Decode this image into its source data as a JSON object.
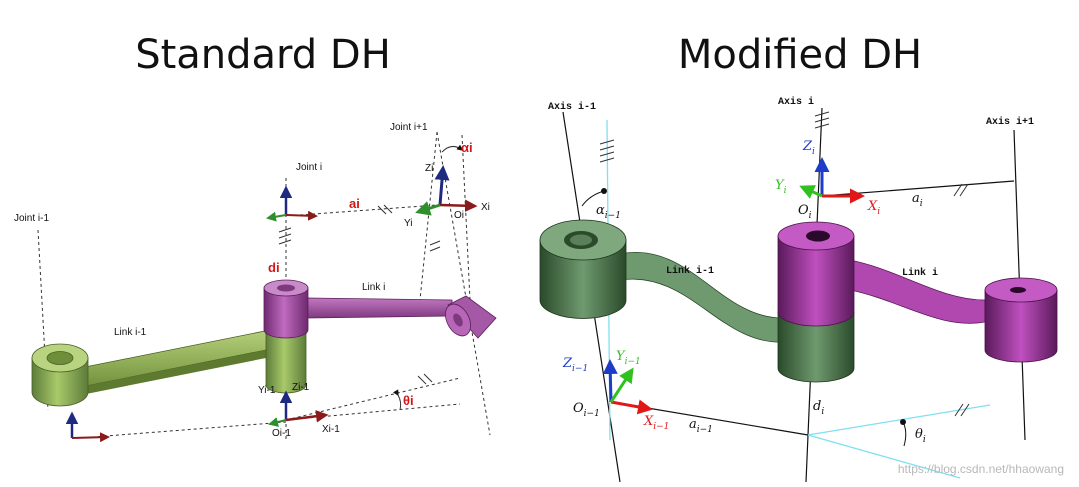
{
  "left": {
    "title": "Standard DH",
    "joint_prev": "Joint i-1",
    "joint_i": "Joint i",
    "joint_next": "Joint i+1",
    "link_prev": "Link i-1",
    "link_i": "Link i",
    "param_a": "ai",
    "param_d": "di",
    "param_alpha": "αi",
    "param_theta": "θi",
    "frame_i": {
      "z": "Zi",
      "y": "Yi",
      "x": "Xi",
      "o": "Oi"
    },
    "frame_prev": {
      "z": "Zi-1",
      "y": "Yi-1",
      "x": "Xi-1",
      "o": "Oi-1"
    }
  },
  "right": {
    "title": "Modified DH",
    "axis_prev": "Axis i-1",
    "axis_i": "Axis i",
    "axis_next": "Axis i+1",
    "link_prev": "Link i-1",
    "link_i": "Link i",
    "alpha_prev": {
      "base": "α",
      "sub": "i−1"
    },
    "a_prev": {
      "base": "a",
      "sub": "i−1"
    },
    "a_i": {
      "base": "a",
      "sub": "i"
    },
    "d_i": {
      "base": "d",
      "sub": "i"
    },
    "theta_i": {
      "base": "θ",
      "sub": "i"
    },
    "frame_i": {
      "z": "Z",
      "y": "Y",
      "x": "X",
      "o": "O",
      "sub": "i"
    },
    "frame_prev": {
      "z": "Z",
      "y": "Y",
      "x": "X",
      "o": "O",
      "sub": "i−1"
    }
  },
  "watermark": "https://blog.csdn.net/hhaowang",
  "colors": {
    "link_green": "#8fae5a",
    "link_purple": "#a24fa0",
    "cyl_green": "#5f8a5f",
    "cyl_purple": "#b048b0",
    "axis_red": "#8b1a1a",
    "axis_green": "#2f8f2f",
    "axis_blue": "#1e2a80",
    "cyan": "#7fe0f0"
  }
}
